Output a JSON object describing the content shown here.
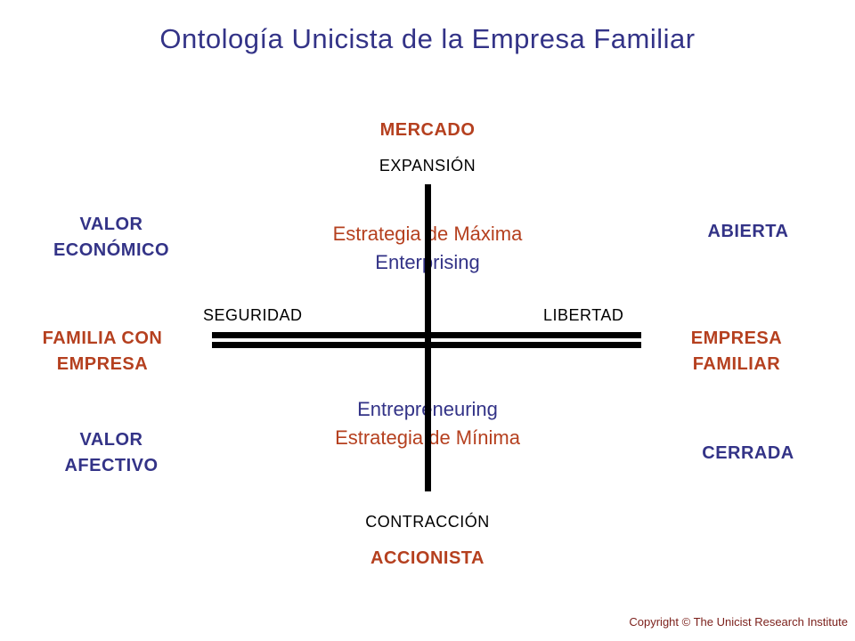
{
  "title": "Ontología Unicista de la Empresa Familiar",
  "vertical_axis": {
    "top_label": "MERCADO",
    "top_sublabel": "EXPANSIÓN",
    "bottom_sublabel": "CONTRACCIÓN",
    "bottom_label": "ACCIONISTA"
  },
  "horizontal_axis": {
    "left_label": "SEGURIDAD",
    "right_label": "LIBERTAD"
  },
  "left_column": {
    "upper": "VALOR\nECONÓMICO",
    "middle": "FAMILIA CON\nEMPRESA",
    "lower": "VALOR\nAFECTIVO"
  },
  "right_column": {
    "upper": "ABIERTA",
    "middle": "EMPRESA\nFAMILIAR",
    "lower": "CERRADA"
  },
  "quadrant_center": {
    "upper_line1": "Estrategia de Máxima",
    "upper_line2": "Enterprising",
    "lower_line1": "Entrepreneuring",
    "lower_line2": "Estrategia de Mínima"
  },
  "footer": {
    "copyright": "Copyright © The Unicist Research Institute"
  },
  "colors": {
    "navy": "#333387",
    "rust": "#B5401F",
    "black": "#000000",
    "copyright_maroon": "#7B1F1A",
    "background": "#FFFFFF",
    "axis_line": "#000000"
  }
}
